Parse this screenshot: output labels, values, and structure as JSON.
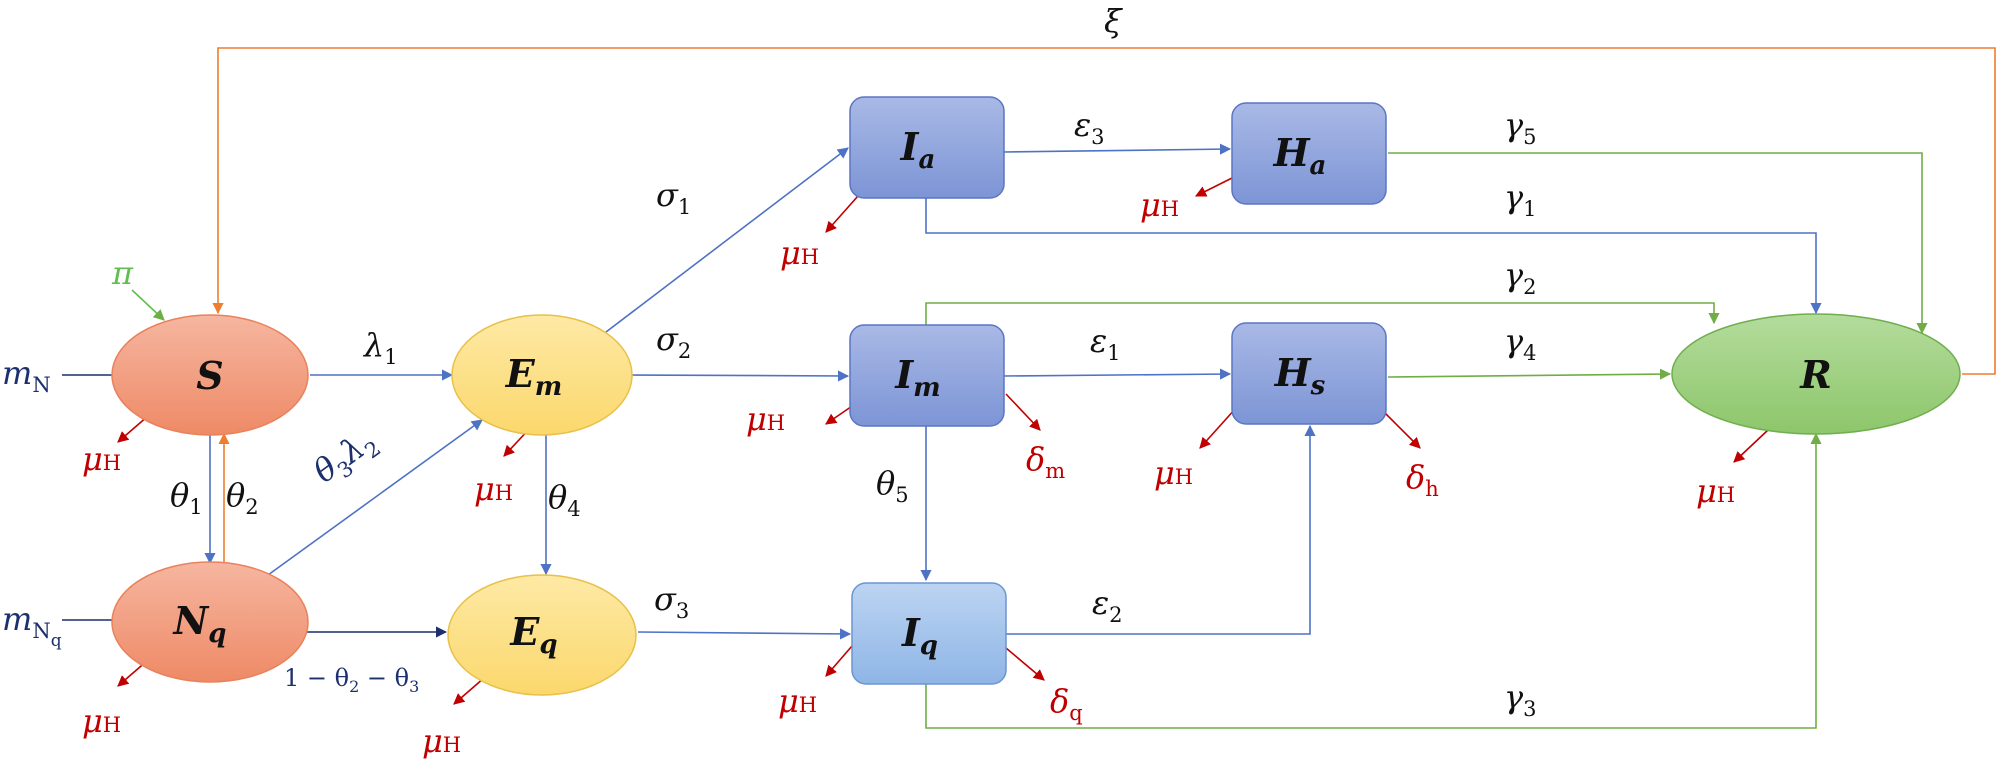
{
  "colors": {
    "susceptible_fill": "#f39a7b",
    "susceptible_stroke": "#e9825c",
    "exposed_fill": "#fde38a",
    "exposed_stroke": "#e8c04a",
    "infected_fill": "#8fa4dc",
    "infected_stroke": "#5b75c2",
    "iq_fill": "#a3c4ec",
    "iq_stroke": "#6b95cf",
    "recovered_fill": "#9ccf7f",
    "recovered_stroke": "#6fae4f",
    "blue_arrow": "#4e72c4",
    "orange_arrow": "#ed7d31",
    "green_arrow": "#70ad47",
    "death_arrow": "#c00000",
    "dark_blue": "#1c2f6e",
    "pi_green": "#5fbf4f"
  },
  "nodes": {
    "S": {
      "main": "S",
      "sub": ""
    },
    "Nq": {
      "main": "N",
      "sub": "q"
    },
    "Em": {
      "main": "E",
      "sub": "m"
    },
    "Eq": {
      "main": "E",
      "sub": "q"
    },
    "Ia": {
      "main": "I",
      "sub": "a"
    },
    "Im": {
      "main": "I",
      "sub": "m"
    },
    "Iq": {
      "main": "I",
      "sub": "q"
    },
    "Ha": {
      "main": "H",
      "sub": "a"
    },
    "Hs": {
      "main": "H",
      "sub": "s"
    },
    "R": {
      "main": "R",
      "sub": ""
    }
  },
  "rates": {
    "xi": "ξ",
    "pi": "π",
    "lambda1": {
      "main": "λ",
      "sub": "1"
    },
    "theta3lambda2": {
      "a": "θ",
      "a_sub": "3",
      "b": "λ",
      "b_sub": "2"
    },
    "theta1": {
      "main": "θ",
      "sub": "1"
    },
    "theta2": {
      "main": "θ",
      "sub": "2"
    },
    "theta4": {
      "main": "θ",
      "sub": "4"
    },
    "theta5": {
      "main": "θ",
      "sub": "5"
    },
    "sigma1": {
      "main": "σ",
      "sub": "1"
    },
    "sigma2": {
      "main": "σ",
      "sub": "2"
    },
    "sigma3": {
      "main": "σ",
      "sub": "3"
    },
    "eps1": {
      "main": "ε",
      "sub": "1"
    },
    "eps2": {
      "main": "ε",
      "sub": "2"
    },
    "eps3": {
      "main": "ε",
      "sub": "3"
    },
    "gamma1": {
      "main": "γ",
      "sub": "1"
    },
    "gamma2": {
      "main": "γ",
      "sub": "2"
    },
    "gamma3": {
      "main": "γ",
      "sub": "3"
    },
    "gamma4": {
      "main": "γ",
      "sub": "4"
    },
    "gamma5": {
      "main": "γ",
      "sub": "5"
    },
    "mN": {
      "main": "m",
      "sub": "N"
    },
    "mNq": {
      "main": "m",
      "sub": "N",
      "subsub": "q"
    },
    "one_minus": "1 − θ",
    "one_minus_sub2": "2",
    "one_minus_mid": " − θ",
    "one_minus_sub3": "3",
    "mu": {
      "main": "μ",
      "sub": "H"
    },
    "delta_m": {
      "main": "δ",
      "sub": "m"
    },
    "delta_h": {
      "main": "δ",
      "sub": "h"
    },
    "delta_q": {
      "main": "δ",
      "sub": "q"
    }
  }
}
